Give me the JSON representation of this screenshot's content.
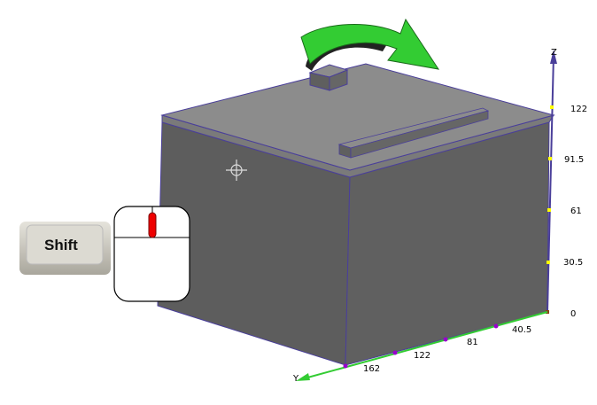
{
  "viewport": {
    "z_axis": {
      "label": "Z",
      "ticks": [
        "0",
        "30.5",
        "61",
        "91.5",
        "122"
      ]
    },
    "y_axis": {
      "label": "Y",
      "ticks": [
        "40.5",
        "81",
        "122",
        "162"
      ]
    }
  },
  "overlay": {
    "key_label": "Shift",
    "hint": "rotate-view-arrow",
    "mouse": "middle-button-mouse-icon"
  },
  "colors": {
    "box_front": "#5f5f5f",
    "box_top": "#8c8c8c",
    "edge": "#4a3f9a",
    "arrow": "#33cc33",
    "y_axis": "#33cc33",
    "z_axis": "#4a3f9a",
    "z_tick": "#ffff00",
    "y_tick": "#9900cc"
  }
}
